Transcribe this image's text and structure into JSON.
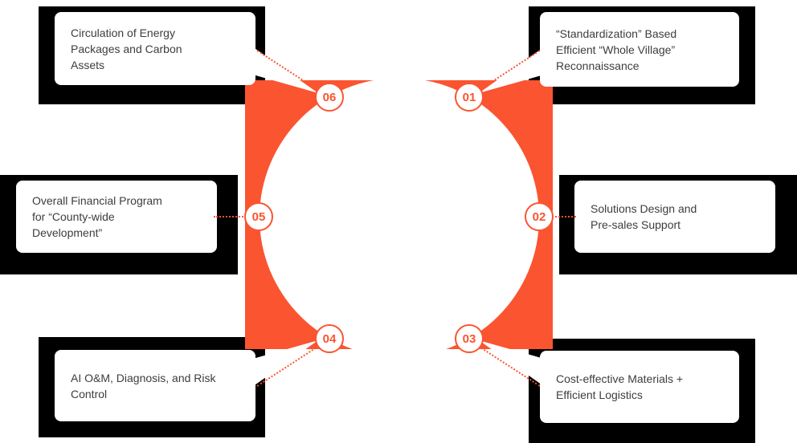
{
  "diagram": {
    "accent_color": "#FB5430",
    "center": {
      "shape": "orange-square-with-white-circle"
    },
    "nodes": [
      {
        "id": "01",
        "position": "top-right",
        "label": "“Standardization” Based\nEfficient “Whole Village”\nReconnaissance"
      },
      {
        "id": "02",
        "position": "right",
        "label": "Solutions Design and\nPre-sales Support"
      },
      {
        "id": "03",
        "position": "bottom-right",
        "label": "Cost-effective Materials +\nEfficient Logistics"
      },
      {
        "id": "04",
        "position": "bottom-left",
        "label": "AI O&M, Diagnosis, and Risk\nControl"
      },
      {
        "id": "05",
        "position": "left",
        "label": "Overall Financial Program\n for “County-wide\nDevelopment”"
      },
      {
        "id": "06",
        "position": "top-left",
        "label": "Circulation of Energy\nPackages and Carbon\nAssets"
      }
    ]
  }
}
